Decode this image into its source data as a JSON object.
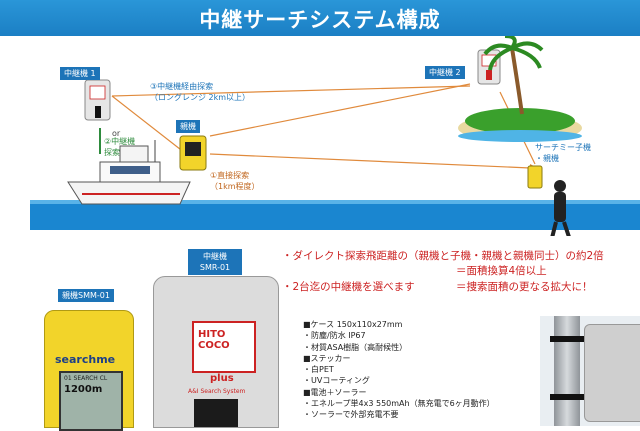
{
  "title": "中継サーチシステム構成",
  "diagram": {
    "relay1_label": "中継機 1",
    "relay2_label": "中継機 2",
    "parent_label": "親機",
    "or_label": "or",
    "path3_line1": "③中継機経由探索",
    "path3_line2": "（ロングレンジ 2km以上）",
    "path2_line1": "②中継機",
    "path2_line2": "探索",
    "path1_line1": "①直接探索",
    "path1_line2": "（1km程度）",
    "child_line1": "サーチミー子機",
    "child_line2": "・親機"
  },
  "products": {
    "smm_label": "親機SMM-01",
    "smr_label_line1": "中継機",
    "smr_label_line2": "SMR-01",
    "device_brand": "searchme",
    "device_screen_top": "01 SEARCH CL",
    "device_distance": "1200m",
    "hito_line1": "HITO",
    "hito_line2": "COCO",
    "plus_text": "plus",
    "ai_text": "A&I Search System"
  },
  "notes": {
    "line1": "・ダイレクト探索飛距離の（親機と子機・親機と親機同士）の約2倍",
    "line2": "＝面積換算4倍以上",
    "line3_left": "・2台迄の中継機を選べます",
    "line3_right": "＝捜索面積の更なる拡大に！"
  },
  "specs": [
    "■ケース 150x110x27mm",
    "・防塵/防水 IP67",
    "・材質ASA樹脂（高耐候性）",
    "■ステッカー",
    "・白PET",
    "・UVコーティング",
    "■電池＋ソーラー",
    "・エネループ単4x3 550mAh（無充電で6ヶ月動作）",
    "・ソーラーで外部充電不要"
  ],
  "colors": {
    "title_bar": "#1b7fc4",
    "sea": "#1a86d0",
    "tag": "#1d74b8",
    "note_red": "#cc2222",
    "path_orange": "#e08a3c",
    "path_green": "#2e8b3d"
  }
}
